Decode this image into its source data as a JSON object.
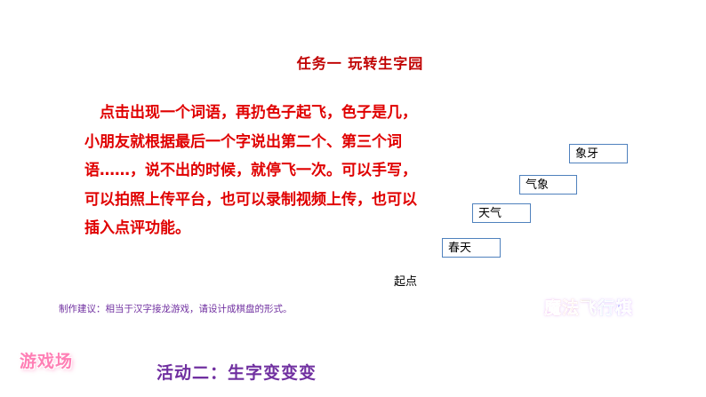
{
  "task_title": "任务一   玩转生字园",
  "rules_text": "点击出现一个词语，再扔色子起飞，色子是几，小朋友就根据最后一个字说出第二个、第三个词语……，说不出的时候，就停飞一次。可以手写，可以拍照上传平台，也可以录制视频上传，也可以插入点评功能。",
  "word_chain": [
    "春天",
    "天气",
    "气象",
    "象牙"
  ],
  "start_label": "起点",
  "suggestion": "制作建议：相当于汉字接龙游戏，请设计成棋盘的形式。",
  "game_title": "魔法飞行棋",
  "badge": "游戏场",
  "activity": "活动二：生字变变变",
  "colors": {
    "task_title": "#c00000",
    "rules_text": "#e00000",
    "box_border": "#4f81bd",
    "suggestion": "#7030a0",
    "activity": "#7030a0"
  }
}
